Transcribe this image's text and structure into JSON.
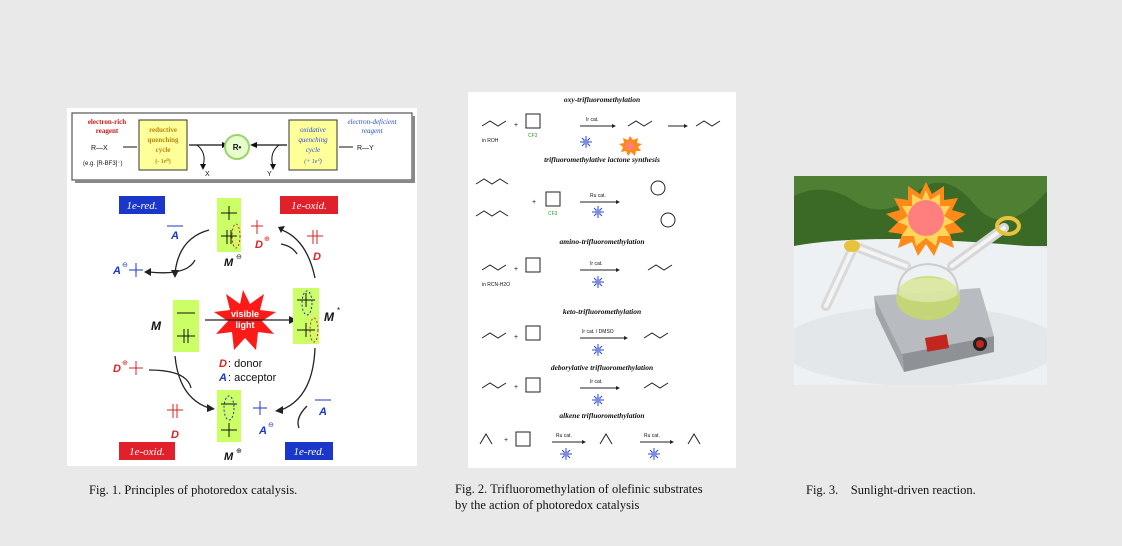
{
  "fig1": {
    "caption": "Fig. 1. Principles of photoredox catalysis.",
    "top": {
      "electron_rich": "electron-rich",
      "reagent_left": "reagent",
      "rx": "R—X",
      "eg": "(e.g. [R-BF3]⁻)",
      "reductive": [
        "reductive",
        "quenching",
        "cycle",
        "(- 1e⁰)"
      ],
      "radical": "R•",
      "x": "X",
      "y": "Y",
      "oxidative": [
        "oxidative",
        "quenching",
        "cycle",
        "(+ 1e⁰)"
      ],
      "electron_deficient": "electron-deficient",
      "reagent_right": "reagent",
      "ry": "R—Y"
    },
    "cycle": {
      "label_1e_red": "1e-red.",
      "label_1e_oxid": "1e-oxid.",
      "A": "A",
      "D": "D",
      "M": "M",
      "M_plus": "M",
      "M_star": "M",
      "A_minus": "A",
      "D_plus": "D",
      "visible": "visible",
      "light": "light",
      "donor_letter": "D",
      "donor_text": ": donor",
      "acceptor_letter": "A",
      "acceptor_text": ": acceptor"
    },
    "colors": {
      "yellow_box": "#ffff99",
      "green_box": "#ccff66",
      "red_label": "#e0202a",
      "blue_label": "#1a37c9",
      "star": "#ff1a1a"
    }
  },
  "fig2": {
    "caption_line1": "Fig. 2. Trifluoromethylation of olefinic substrates",
    "caption_line2": "by the action of photoredox catalysis",
    "sections": [
      "oxy-trifluoromethylation",
      "trifluoromethylative lactone synthesis",
      "amino-trifluoromethylation",
      "keto-trifluoromethylation",
      "deborylative trifluoromethylation",
      "alkene trifluoromethylation"
    ],
    "reagents": {
      "ir_cat": "Ir cat.",
      "ru_cat": "Ru cat.",
      "ir_dmso": "Ir cat. / DMSO",
      "in_roh": "in ROH",
      "in_rcn": "in RCN-H2O",
      "cf3": "CF3"
    }
  },
  "fig3": {
    "caption": "Fig. 3.    Sunlight-driven reaction.",
    "colors": {
      "sun_ray": "#ff8a1a",
      "sun_core": "#ff7f7f",
      "grass": "#3f7a2a",
      "sky": "#cfd9e0",
      "liquid": "#c5d96a"
    }
  }
}
